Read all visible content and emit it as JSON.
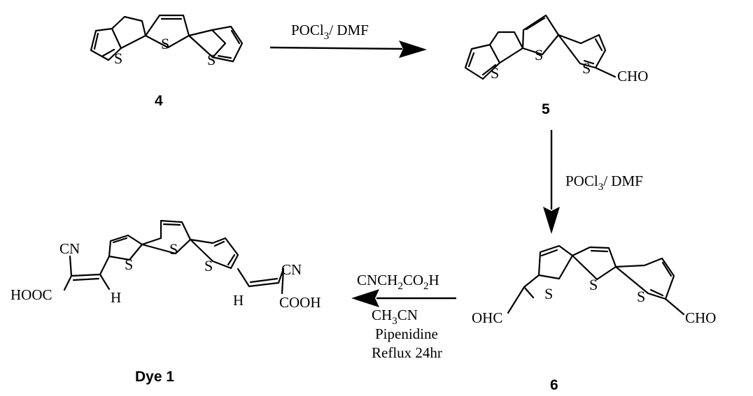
{
  "compounds": {
    "c4": {
      "label": "4"
    },
    "c5": {
      "label": "5"
    },
    "c6": {
      "label": "6"
    },
    "dye": {
      "label": "Dye  1"
    }
  },
  "atoms": {
    "sulfur": "S",
    "aldehyde_right": "CHO",
    "aldehyde_left": "OHC",
    "cyano": "CN",
    "acid_left": "HOOC",
    "acid_right": "COOH",
    "hydrogen": "H"
  },
  "reactions": {
    "step1": {
      "reagent_main": "POCl",
      "reagent_sub": "3",
      "reagent_tail": "/ DMF"
    },
    "step2": {
      "reagent_main": "POCl",
      "reagent_sub": "3",
      "reagent_tail": "/ DMF"
    },
    "step3": {
      "line1": {
        "a": "CNCH",
        "a_sub": "2",
        "b": "CO",
        "b_sub": "2",
        "c": "H"
      },
      "line2": {
        "a": "CH",
        "a_sub": "3",
        "b": "CN"
      },
      "line3": "Pipenidine",
      "line4": "Reflux 24hr"
    }
  }
}
